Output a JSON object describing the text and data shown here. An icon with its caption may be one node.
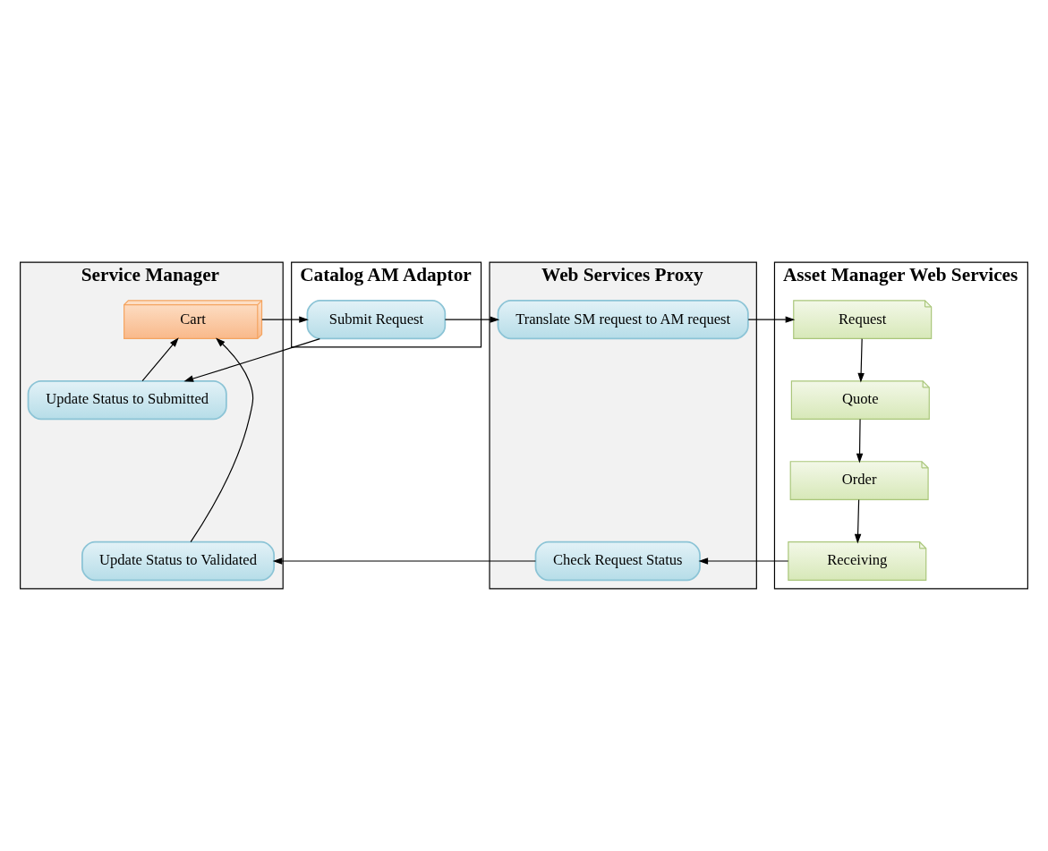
{
  "diagram": {
    "nodes": [
      {
        "text": [
          "Service Manager"
        ]
      },
      {
        "text": [
          "Catalog AM Adaptor"
        ]
      },
      {
        "text": [
          "Web Services Proxy"
        ]
      },
      {
        "text": [
          "Asset Manager Web Services"
        ]
      },
      {
        "text": [
          "Cart"
        ],
        "in": 0
      },
      {
        "text": [
          "Submit Request"
        ],
        "in": 1
      },
      {
        "text": [
          "Translate SM request to AM request"
        ],
        "in": 2
      },
      {
        "text": [
          "Request"
        ],
        "in": 3
      },
      {
        "text": [
          "Update Status to Submitted"
        ],
        "in": 0
      },
      {
        "text": [
          "Quote"
        ],
        "in": 3
      },
      {
        "text": [
          "Order"
        ],
        "in": 3
      },
      {
        "text": [
          "Update Status to Validated"
        ],
        "in": 0
      },
      {
        "text": [
          "Check Request Status"
        ],
        "in": 2
      },
      {
        "text": [
          "Receiving"
        ],
        "in": 3
      }
    ],
    "edges": [
      {
        "from": 4,
        "to": 5,
        "arrow": "to"
      },
      {
        "from": 5,
        "to": 6,
        "arrow": "to"
      },
      {
        "from": 6,
        "to": 7,
        "arrow": "to"
      },
      {
        "from": 5,
        "to": 8,
        "arrow": "to"
      },
      {
        "from": 8,
        "to": 4,
        "arrow": "to"
      },
      {
        "from": 7,
        "to": 9,
        "arrow": "to"
      },
      {
        "from": 9,
        "to": 10,
        "arrow": "to"
      },
      {
        "from": 10,
        "to": 13,
        "arrow": "to"
      },
      {
        "from": 13,
        "to": 12,
        "arrow": "to"
      },
      {
        "from": 12,
        "to": 11,
        "arrow": "to"
      },
      {
        "from": 11,
        "to": 4,
        "arrow": "to"
      }
    ]
  }
}
